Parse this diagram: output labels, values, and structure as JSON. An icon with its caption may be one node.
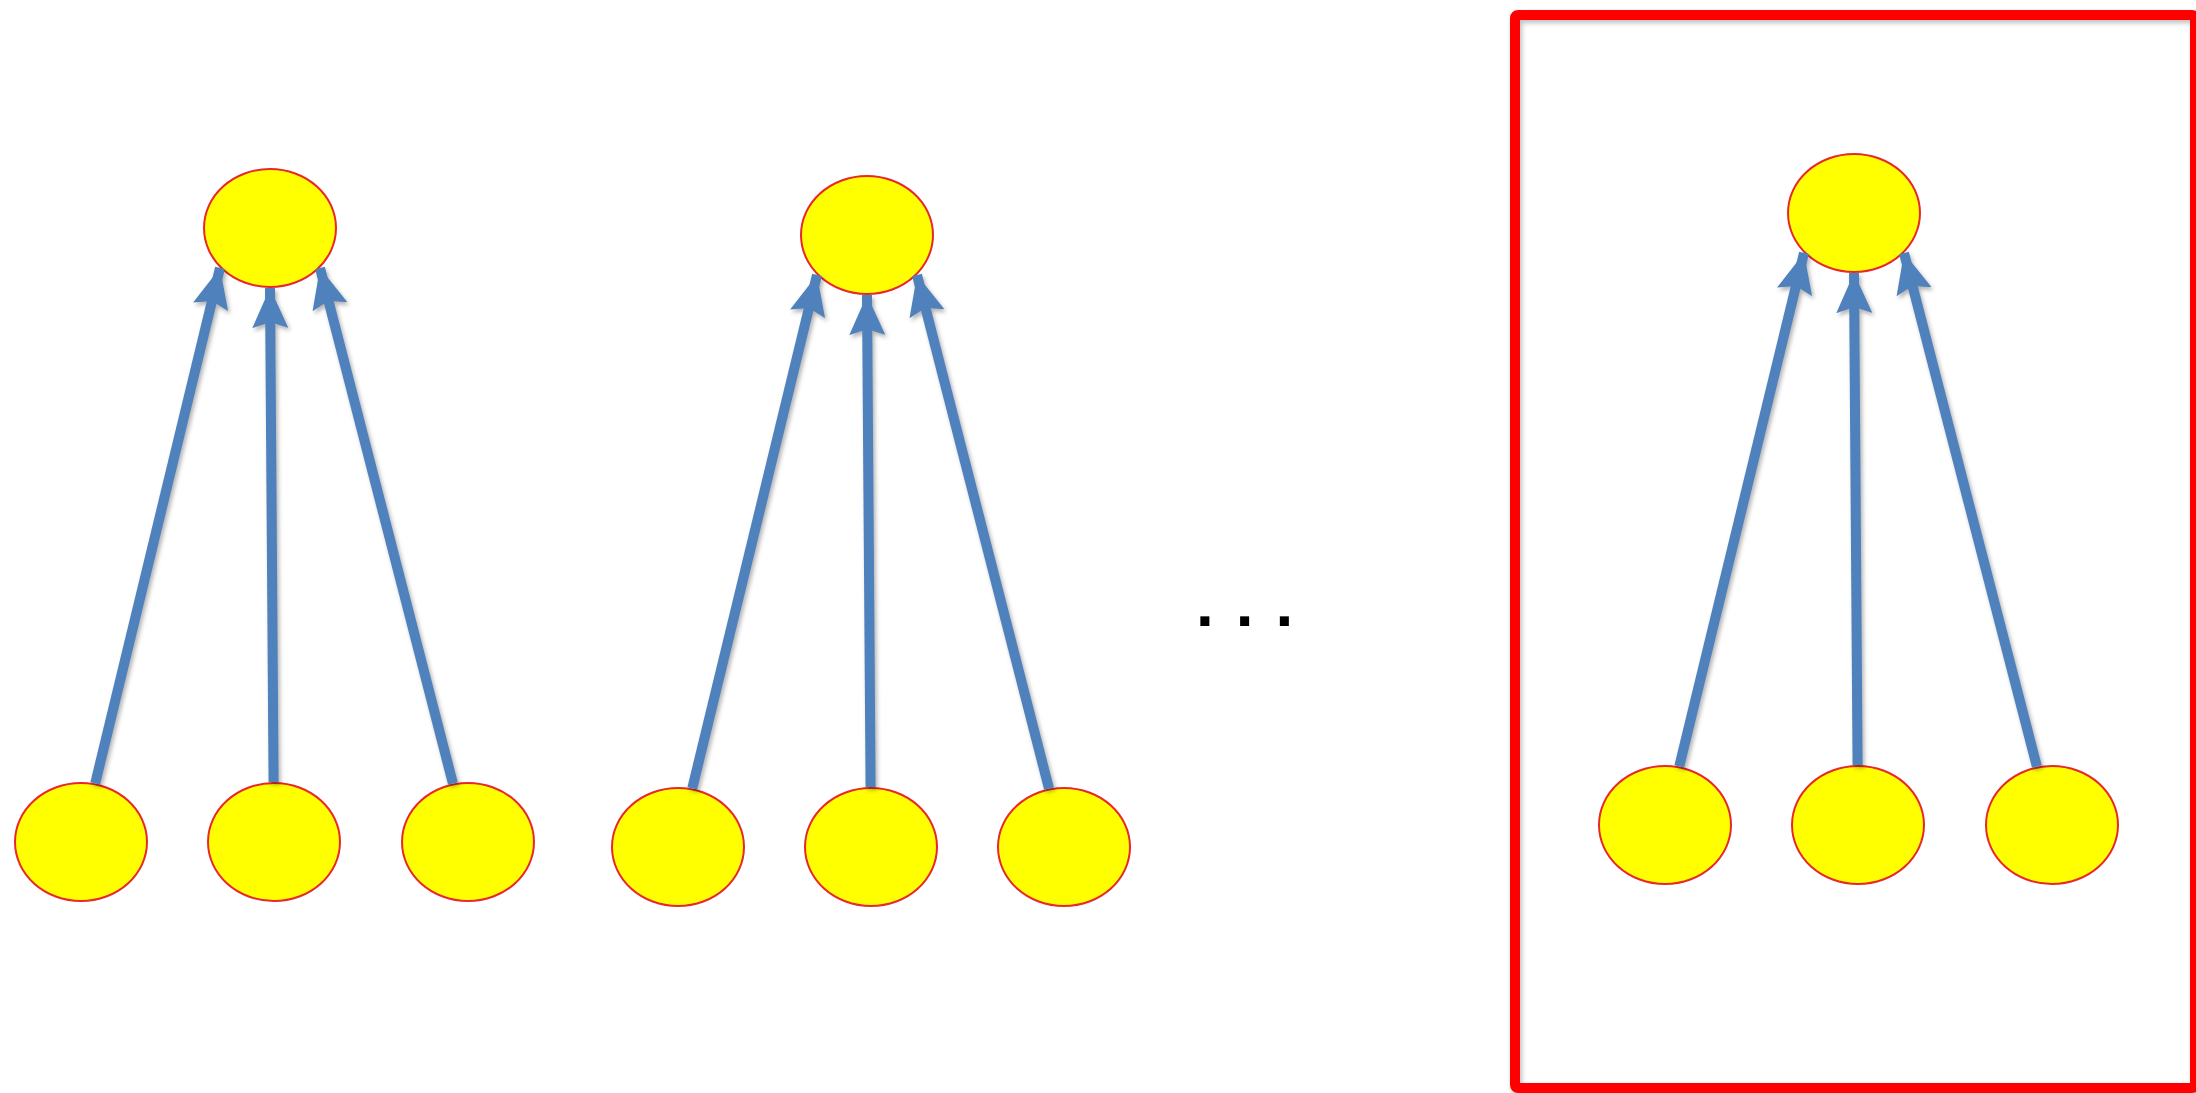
{
  "diagram": {
    "nodes": [
      {
        "text": [],
        "shape": "circle"
      },
      {
        "text": [],
        "shape": "circle"
      },
      {
        "text": [],
        "shape": "circle"
      },
      {
        "text": [],
        "shape": "circle"
      },
      {
        "text": [],
        "shape": "circle"
      },
      {
        "text": [],
        "shape": "circle"
      },
      {
        "text": [],
        "shape": "circle"
      },
      {
        "text": [],
        "shape": "circle"
      },
      {
        "text": [],
        "shape": "box"
      },
      {
        "text": [],
        "shape": "circle",
        "in": 8
      },
      {
        "text": [],
        "shape": "circle",
        "in": 8
      },
      {
        "text": [],
        "shape": "circle",
        "in": 8
      },
      {
        "text": [],
        "shape": "circle",
        "in": 8
      }
    ],
    "edges": [
      {
        "from": 1,
        "to": 0,
        "arrow": "to"
      },
      {
        "from": 2,
        "to": 0,
        "arrow": "to"
      },
      {
        "from": 3,
        "to": 0,
        "arrow": "to"
      },
      {
        "from": 5,
        "to": 4,
        "arrow": "to"
      },
      {
        "from": 6,
        "to": 4,
        "arrow": "to"
      },
      {
        "from": 7,
        "to": 4,
        "arrow": "to"
      },
      {
        "from": 10,
        "to": 9,
        "arrow": "to"
      },
      {
        "from": 11,
        "to": 9,
        "arrow": "to"
      },
      {
        "from": 12,
        "to": 9,
        "arrow": "to"
      }
    ],
    "labels": [
      "..."
    ]
  }
}
